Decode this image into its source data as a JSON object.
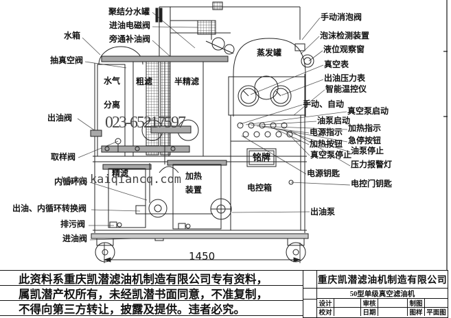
{
  "watermarks": {
    "phone": "023-65217597",
    "website": "www.kaiqiancq.com"
  },
  "callouts": {
    "top_left": [
      "聚结分水罐",
      "进油电磁阀",
      "水箱",
      "旁通补油阀",
      "抽真空阀"
    ],
    "left": [
      "出油阀",
      "取样阀",
      "内循环阀",
      "出油、内循环转换阀",
      "排污阀",
      "进油阀"
    ],
    "right": [
      "手动消泡阀",
      "泡沫检测装置",
      "液位观察窗",
      "真空表",
      "出油压力表",
      "智能温控仪",
      "手动、自动",
      "真空泵启动",
      "油泵启动",
      "加热指示",
      "电源指示",
      "急停按钮",
      "加热按钮",
      "油泵停止",
      "真空泵停止",
      "压力报警灯",
      "电源钥匙",
      "电控门钥匙",
      "出油泵"
    ]
  },
  "components": {
    "separator_line1": "水气",
    "separator_line2": "分离",
    "coarse_filter": "粗滤",
    "semi_fine_filter": "半精滤",
    "evaporation_tank": "蒸发罐",
    "fine_filter": "精滤",
    "heater_line1": "加热",
    "heater_line2": "装置",
    "nameplate": "铭牌",
    "control_box": "电控箱"
  },
  "dimension": {
    "width": "1450"
  },
  "disclaimer": {
    "line1": "此资料系重庆凯潜滤油机制造有限公司专有资料，",
    "line2": "属凯潜产权所有，未经凯潜书面同意，不准复制，",
    "line3": "不得向第三方转让，披露及提供。违者必究。"
  },
  "title_block": {
    "company": "重庆凯潜滤油机制造有限公司",
    "product": "50型单级真空滤油机",
    "design_label": "设计",
    "review_label": "审核",
    "draft_label": "制图",
    "check_label": "校对",
    "date_label": "日期",
    "sheet_label": "图样",
    "view_name": "平面图"
  }
}
